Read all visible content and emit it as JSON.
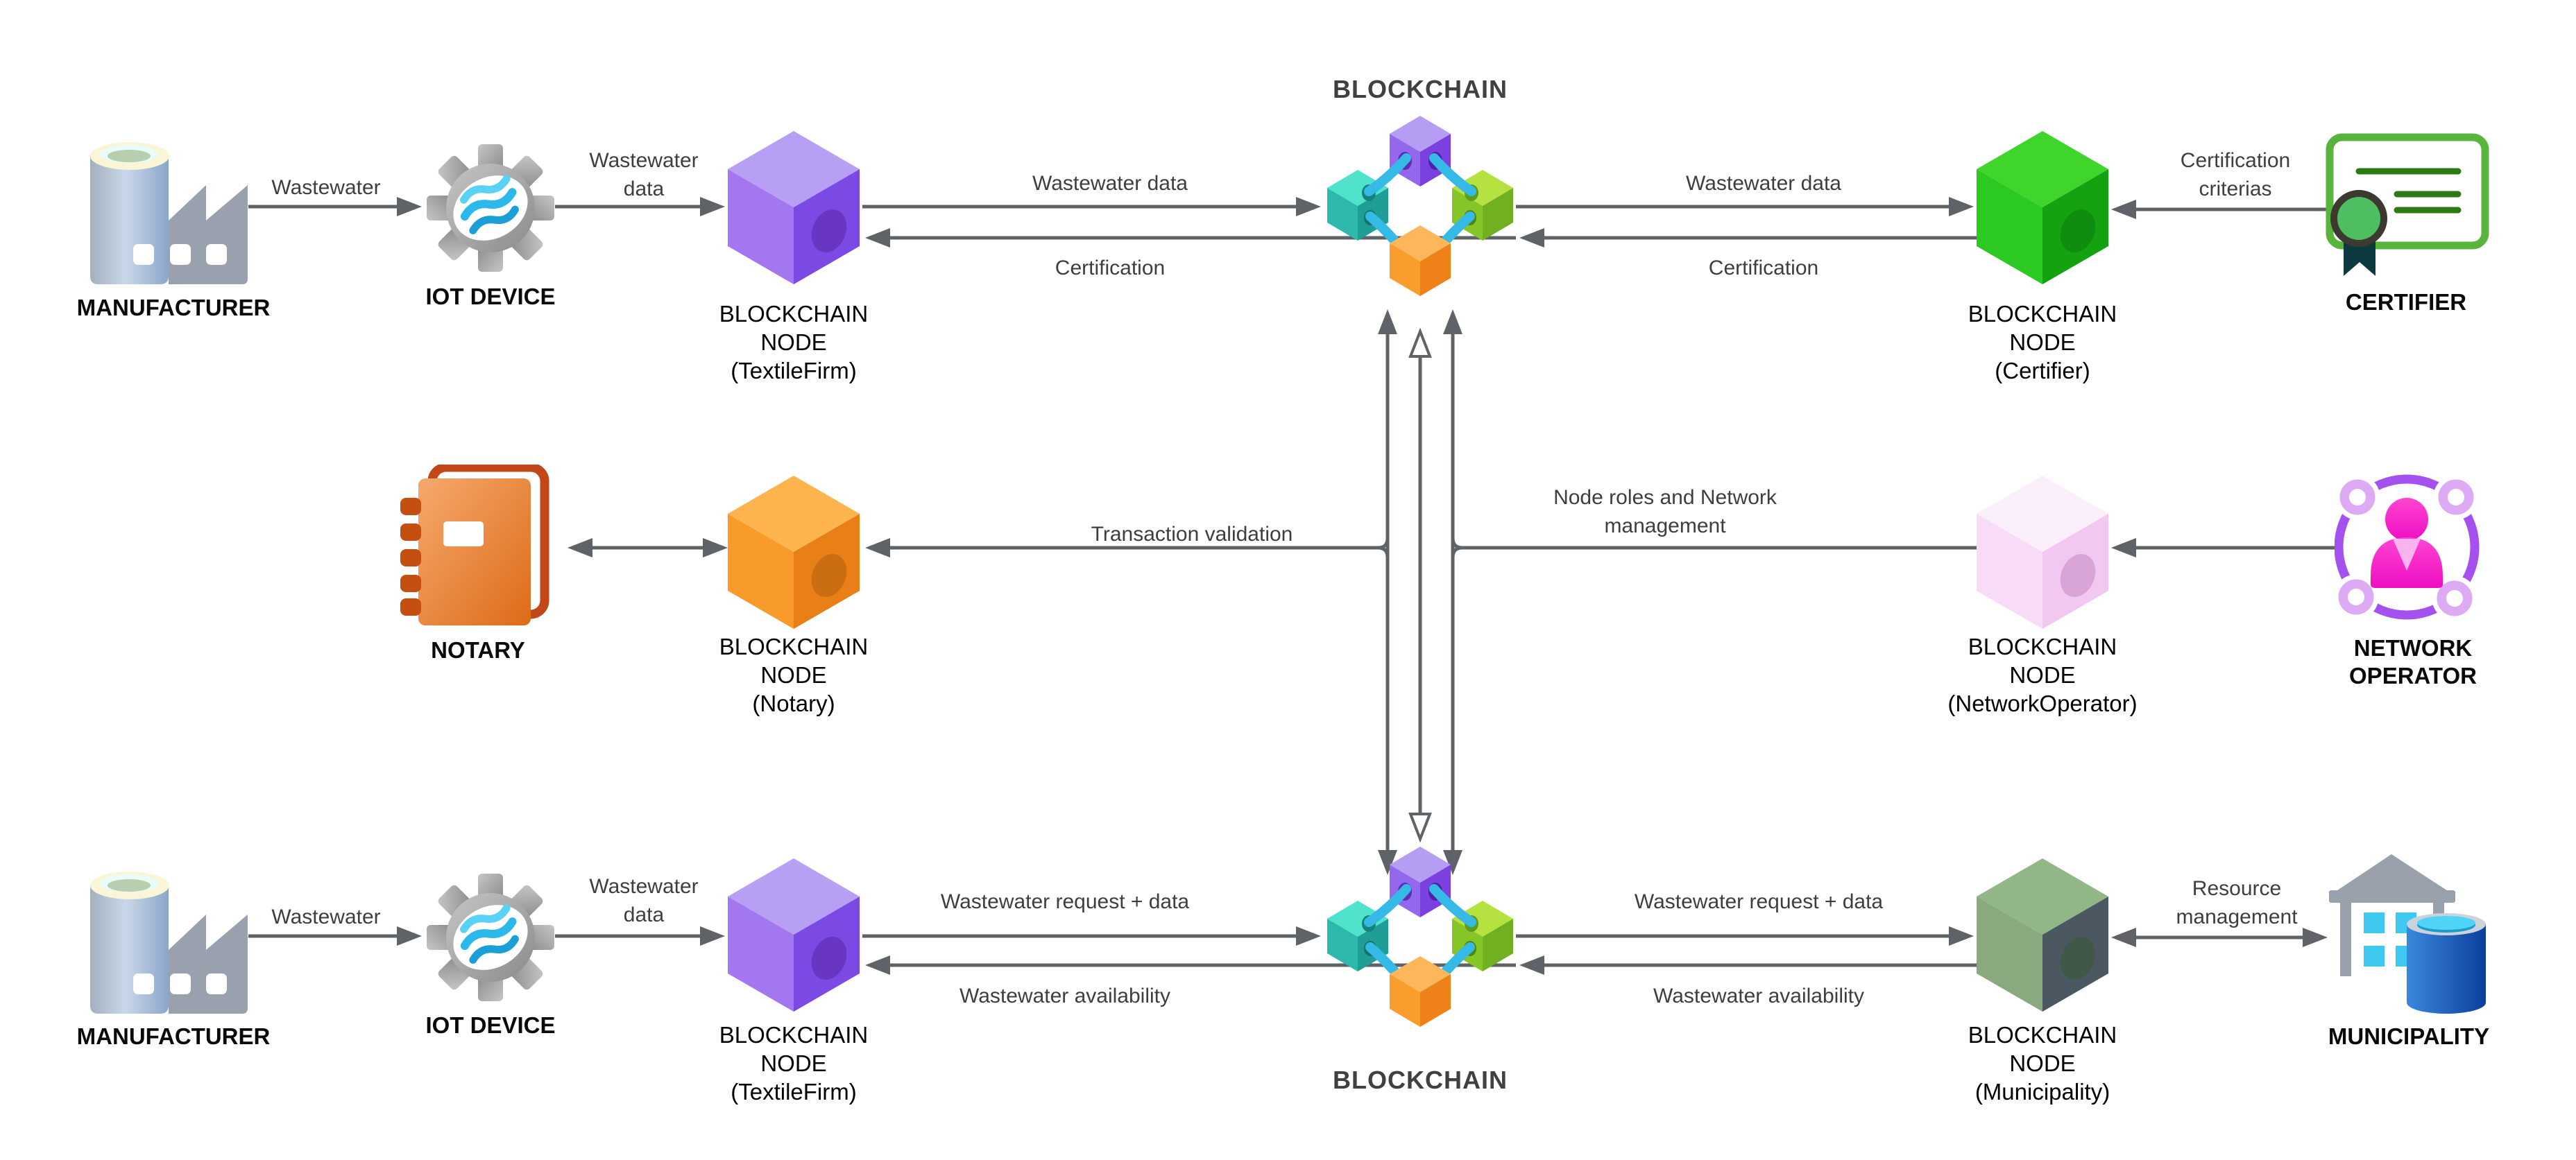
{
  "colors": {
    "arrow_gray": "#5f6368",
    "purple_node": "#7b49e4",
    "green_node": "#2cc922",
    "orange_node": "#f89b2b",
    "pink_node": "#f2c7f0",
    "municipality_node": "#88aa7e",
    "chain_link_cyan": "#35b9e6",
    "teal_cube": "#2cb9ab",
    "lime_cube": "#86c527",
    "operator_ring_purple": "#a551f0",
    "person_magenta": "#f620cf",
    "certificate_green": "#58b43c",
    "water_cyan": "#3fc8f1",
    "notebook_orange": "#de6b17",
    "factory_blue_gray": "#a7b6c4",
    "gear_gray": "#a7a7a7",
    "cylinder_blue": "#0b3f9e"
  },
  "titles": {
    "blockchain_top": "BLOCKCHAIN",
    "blockchain_bottom": "BLOCKCHAIN"
  },
  "actors": {
    "manufacturer_top": "MANUFACTURER",
    "iot_top": "IOT DEVICE",
    "certifier": "CERTIFIER",
    "notary": "NOTARY",
    "network_operator": "NETWORK\nOPERATOR",
    "manufacturer_bottom": "MANUFACTURER",
    "iot_bottom": "IOT DEVICE",
    "municipality": "MUNICIPALITY"
  },
  "nodes": {
    "textile_top": "BLOCKCHAIN\nNODE\n(TextileFirm)",
    "certifier": "BLOCKCHAIN\nNODE\n(Certifier)",
    "notary": "BLOCKCHAIN\nNODE\n(Notary)",
    "network_operator": "BLOCKCHAIN\nNODE\n(NetworkOperator)",
    "textile_bottom": "BLOCKCHAIN\nNODE\n(TextileFirm)",
    "municipality": "BLOCKCHAIN\nNODE\n(Municipality)"
  },
  "flows": {
    "wastewater_top": "Wastewater",
    "iot_data_top": "Wastewater\ndata",
    "ww_data_left": "Wastewater data",
    "certification_left": "Certification",
    "ww_data_right": "Wastewater data",
    "certification_right": "Certification",
    "certification_criterias": "Certification\ncriterias",
    "transaction_validation": "Transaction validation",
    "node_roles": "Node roles and Network\nmanagement",
    "wastewater_bottom": "Wastewater",
    "iot_data_bottom": "Wastewater\ndata",
    "request_left": "Wastewater request + data",
    "availability_left": "Wastewater availability",
    "request_right": "Wastewater request + data",
    "availability_right": "Wastewater availability",
    "resource_management": "Resource\nmanagement"
  }
}
